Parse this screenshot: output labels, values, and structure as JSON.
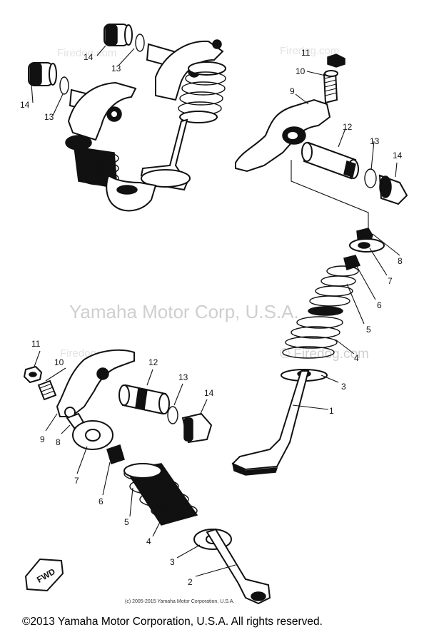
{
  "watermarks": {
    "center": "Yamaha Motor Corp, U.S.A.",
    "site": "Firedog.com",
    "site_full": "© Firedog.com"
  },
  "fine_print": "(c) 2005-2015 Yamaha Motor Corporation, U.S.A.",
  "copyright": "©2013 Yamaha Motor Corporation, U.S.A. All rights reserved.",
  "arrow_label": "FWD",
  "part_labels": {
    "p1": "1",
    "p2": "2",
    "p3a": "3",
    "p3b": "3",
    "p4a": "4",
    "p4b": "4",
    "p5a": "5",
    "p5b": "5",
    "p6a": "6",
    "p6b": "6",
    "p7a": "7",
    "p7b": "7",
    "p8a": "8",
    "p8b": "8",
    "p9a": "9",
    "p9b": "9",
    "p10a": "10",
    "p10b": "10",
    "p11a": "11",
    "p11b": "11",
    "p12a": "12",
    "p12b": "12",
    "p13a": "13",
    "p13b": "13",
    "p13c": "13",
    "p14a": "14",
    "p14b": "14",
    "p14c": "14",
    "p14d": "14"
  }
}
